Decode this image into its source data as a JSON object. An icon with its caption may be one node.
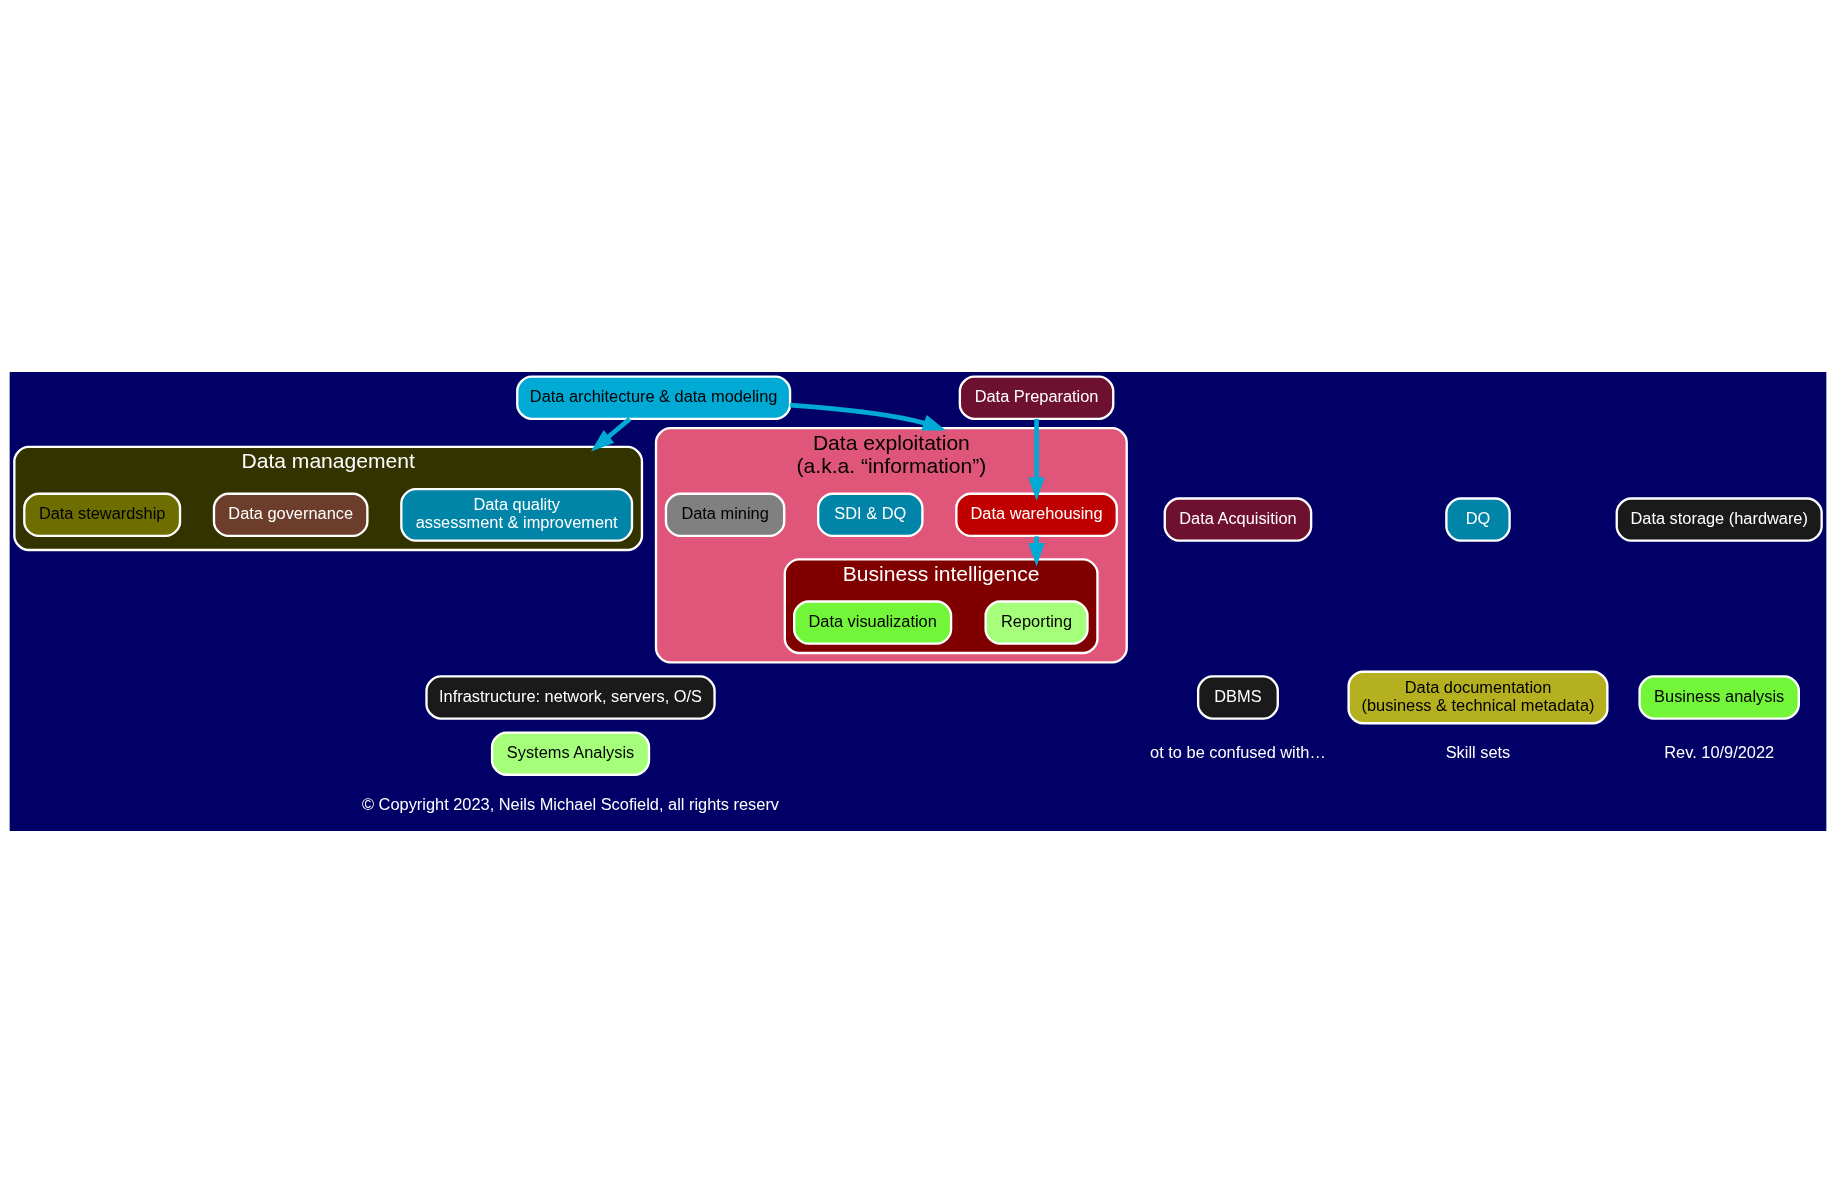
{
  "diagram": {
    "nodes": [
      {
        "text": [
          "Data management"
        ]
      },
      {
        "text": [
          "Data quality",
          "assessment & improvement"
        ],
        "in": 0
      },
      {
        "text": [
          "Data governance"
        ],
        "in": 0
      },
      {
        "text": [
          "Data stewardship"
        ],
        "in": 0
      },
      {
        "text": [
          "Data Acquisition"
        ]
      },
      {
        "text": [
          "DQ"
        ]
      },
      {
        "text": [
          "Data Preparation"
        ]
      },
      {
        "text": [
          "Data exploitation",
          "(a.k.a. “information”)"
        ]
      },
      {
        "text": [
          "Data warehousing"
        ],
        "in": 7
      },
      {
        "text": [
          "SDI & DQ"
        ],
        "in": 7
      },
      {
        "text": [
          "Business intelligence"
        ],
        "in": 7
      },
      {
        "text": [
          "Reporting"
        ],
        "in": 10
      },
      {
        "text": [
          "Data visualization"
        ],
        "in": 10
      },
      {
        "text": [
          "Data mining"
        ],
        "in": 7
      },
      {
        "text": [
          "Data storage (hardware)"
        ]
      },
      {
        "text": [
          "Infrastructure: network, servers, O/S"
        ]
      },
      {
        "text": [
          "DBMS"
        ]
      },
      {
        "text": [
          "Data architecture & data modeling"
        ]
      },
      {
        "text": [
          "Data documentation",
          "(business & technical metadata)"
        ]
      },
      {
        "text": [
          "Business analysis"
        ]
      },
      {
        "text": [
          "Systems Analysis"
        ]
      }
    ],
    "edges": [
      {
        "from": 6,
        "to": 8,
        "arrow": "to"
      },
      {
        "from": 8,
        "to": 10,
        "arrow": "to"
      },
      {
        "from": 17,
        "to": 0,
        "arrow": "to"
      },
      {
        "from": 17,
        "to": 7,
        "arrow": "to"
      }
    ],
    "labels": [
      "ot to be confused with…",
      "Skill sets",
      "Rev. 10/9/2022",
      "© Copyright 2023, Neils Michael Scofield, all rights reserv"
    ]
  }
}
